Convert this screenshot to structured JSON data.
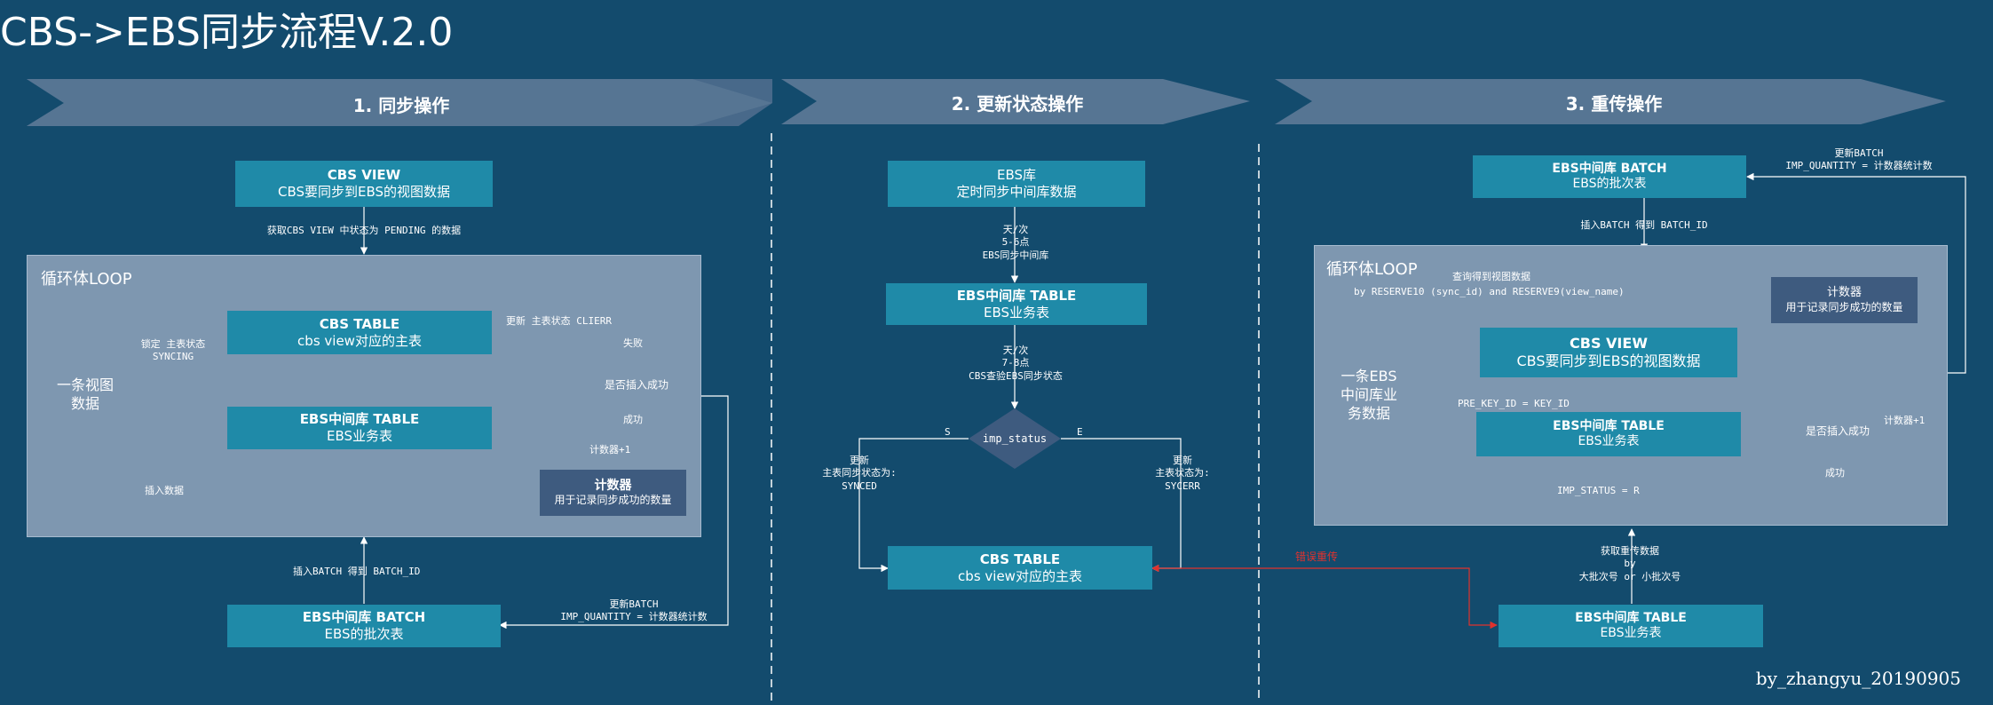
{
  "title": "CBS->EBS同步流程V.2.0",
  "sections": [
    {
      "label": "1. 同步操作"
    },
    {
      "label": "2. 更新状态操作"
    },
    {
      "label": "3. 重传操作"
    }
  ],
  "s1": {
    "cbs_view": {
      "title": "CBS VIEW",
      "sub": "CBS要同步到EBS的视图数据"
    },
    "fetch_label": "获取CBS VIEW 中状态为 PENDING 的数据",
    "loop_title": "循环体LOOP",
    "doc_text": "一条视图\n数据",
    "lock_label": "锁定 主表状态\nSYNCING",
    "cbs_table": {
      "title": "CBS TABLE",
      "sub": "cbs view对应的主表"
    },
    "update_label": "更新 主表状态 CLIERR",
    "fail_label": "失败",
    "ebs_table": {
      "title": "EBS中间库 TABLE",
      "sub": "EBS业务表"
    },
    "decision": "是否插入成功",
    "success_label": "成功",
    "counter_inc": "计数器+1",
    "counter": {
      "title": "计数器",
      "sub": "用于记录同步成功的数量"
    },
    "insert_label": "插入数据",
    "batch_insert_label": "插入BATCH 得到 BATCH_ID",
    "batch": {
      "title": "EBS中间库 BATCH",
      "sub": "EBS的批次表"
    },
    "batch_update_label": "更新BATCH\nIMP_QUANTITY = 计数器统计数"
  },
  "s2": {
    "ebs_db": {
      "title": "EBS库",
      "sub": "定时同步中间库数据"
    },
    "label1": "天/次\n5-6点\nEBS同步中间库",
    "ebs_table": {
      "title": "EBS中间库 TABLE",
      "sub": "EBS业务表"
    },
    "label2": "天/次\n7-8点\nCBS查验EBS同步状态",
    "decision": "imp_status",
    "s_label": "S",
    "e_label": "E",
    "left_label": "更新\n主表同步状态为:\nSYNCED",
    "right_label": "更新\n主表状态为:\nSYCERR",
    "cbs_table": {
      "title": "CBS TABLE",
      "sub": "cbs view对应的主表"
    },
    "red_label": "错误重传"
  },
  "s3": {
    "batch": {
      "title": "EBS中间库 BATCH",
      "sub": "EBS的批次表"
    },
    "batch_update_label": "更新BATCH\nIMP_QUANTITY = 计数器统计数",
    "batch_insert_label": "插入BATCH 得到 BATCH_ID",
    "loop_title": "循环体LOOP",
    "query_label": "查询得到视图数据",
    "query_by": "by RESERVE10 (sync_id) and RESERVE9(view_name)",
    "counter": {
      "title": "计数器",
      "sub": "用于记录同步成功的数量"
    },
    "doc_text": "一条EBS\n中间库业\n务数据",
    "cbs_view": {
      "title": "CBS VIEW",
      "sub": "CBS要同步到EBS的视图数据"
    },
    "prekey_label": "PRE_KEY_ID = KEY_ID",
    "ebs_table": {
      "title": "EBS中间库 TABLE",
      "sub": "EBS业务表"
    },
    "decision": "是否插入成功",
    "counter_inc": "计数器+1",
    "success_label": "成功",
    "imp_label": "IMP_STATUS = R",
    "fetch_label": "获取重传数据\nby\n大批次号 or 小批次号",
    "ebs_table2": {
      "title": "EBS中间库 TABLE",
      "sub": "EBS业务表"
    }
  },
  "footer": "by_zhangyu_20190905"
}
